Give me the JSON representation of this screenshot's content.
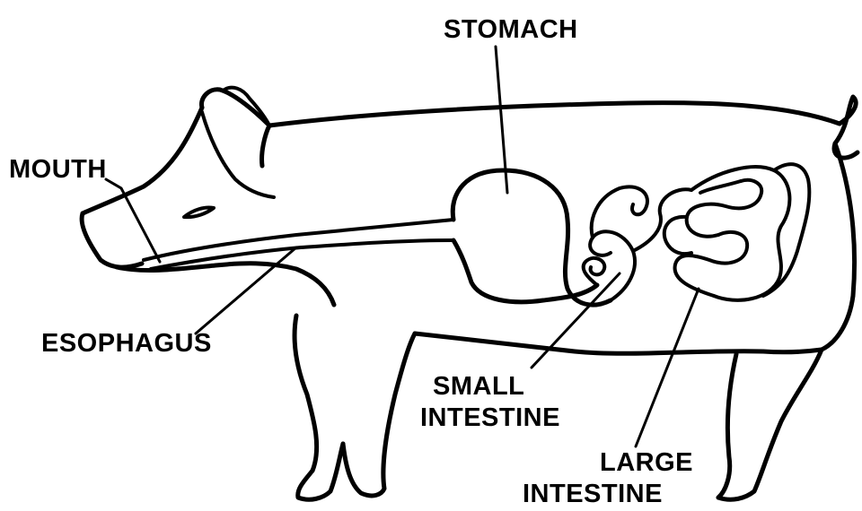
{
  "labels": {
    "stomach": "STOMACH",
    "mouth": "MOUTH",
    "esophagus": "ESOPHAGUS",
    "small_intestine": [
      "SMALL",
      "INTESTINE"
    ],
    "large_intestine": [
      "LARGE",
      "INTESTINE"
    ]
  },
  "colors": {
    "ink": "#000000",
    "background": "#ffffff"
  }
}
